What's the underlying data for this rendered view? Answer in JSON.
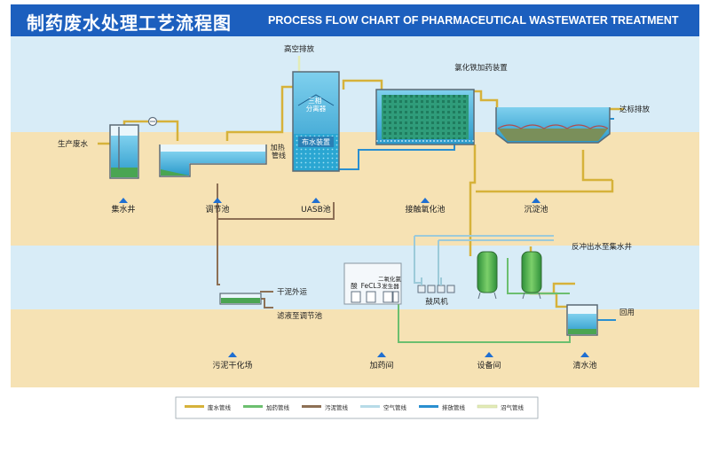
{
  "header": {
    "title_cn": "制药废水处理工艺流程图",
    "title_en": "PROCESS FLOW CHART OF PHARMACEUTICAL WASTEWATER TREATMENT"
  },
  "colors": {
    "header_bg": "#1c5fbe",
    "sky": "#d8ecf7",
    "ground": "#f6e2b4",
    "water": "#3aa9d6",
    "sludge": "#4aa552",
    "pipe_waste": "#d6b23a",
    "pipe_dosing": "#6cbf6f",
    "pipe_sludge": "#8d7055",
    "pipe_air": "#b7dbe8",
    "pipe_discharge": "#2a8fd0",
    "pipe_biogas": "#e3ecb7"
  },
  "units": {
    "sump": "集水井",
    "equalization": "调节池",
    "uasb": "UASB池",
    "contact_oxidation": "接触氧化池",
    "sedimentation": "沉淀池",
    "sludge_drying": "污泥干化场",
    "dosing_room": "加药间",
    "equipment_room": "设备间",
    "clear_water": "清水池"
  },
  "labels": {
    "production_wastewater": "生产废水",
    "high_altitude_discharge": "高空排放",
    "three_phase_separator": "三相\n分离器",
    "heating_pipe": "加热\n管线",
    "water_distributor": "布水装置",
    "ferric_dosing": "氯化铁加药装置",
    "compliant_discharge": "达标排放",
    "backwash_return": "反冲出水至集水井",
    "dry_sludge": "干泥外运",
    "filtrate_return": "滤液至调节池",
    "reuse": "回用",
    "blower": "鼓风机",
    "acid": "酸",
    "fecl3": "FeCL3",
    "chlorine_dioxide": "二氧化氯\n发生器"
  },
  "legend": [
    {
      "label": "废水管线",
      "color": "#d6b23a"
    },
    {
      "label": "加药管线",
      "color": "#6cbf6f"
    },
    {
      "label": "污泥管线",
      "color": "#8d7055"
    },
    {
      "label": "空气管线",
      "color": "#b7dbe8"
    },
    {
      "label": "排放管线",
      "color": "#2a8fd0"
    },
    {
      "label": "沼气管线",
      "color": "#e3ecb7"
    }
  ]
}
